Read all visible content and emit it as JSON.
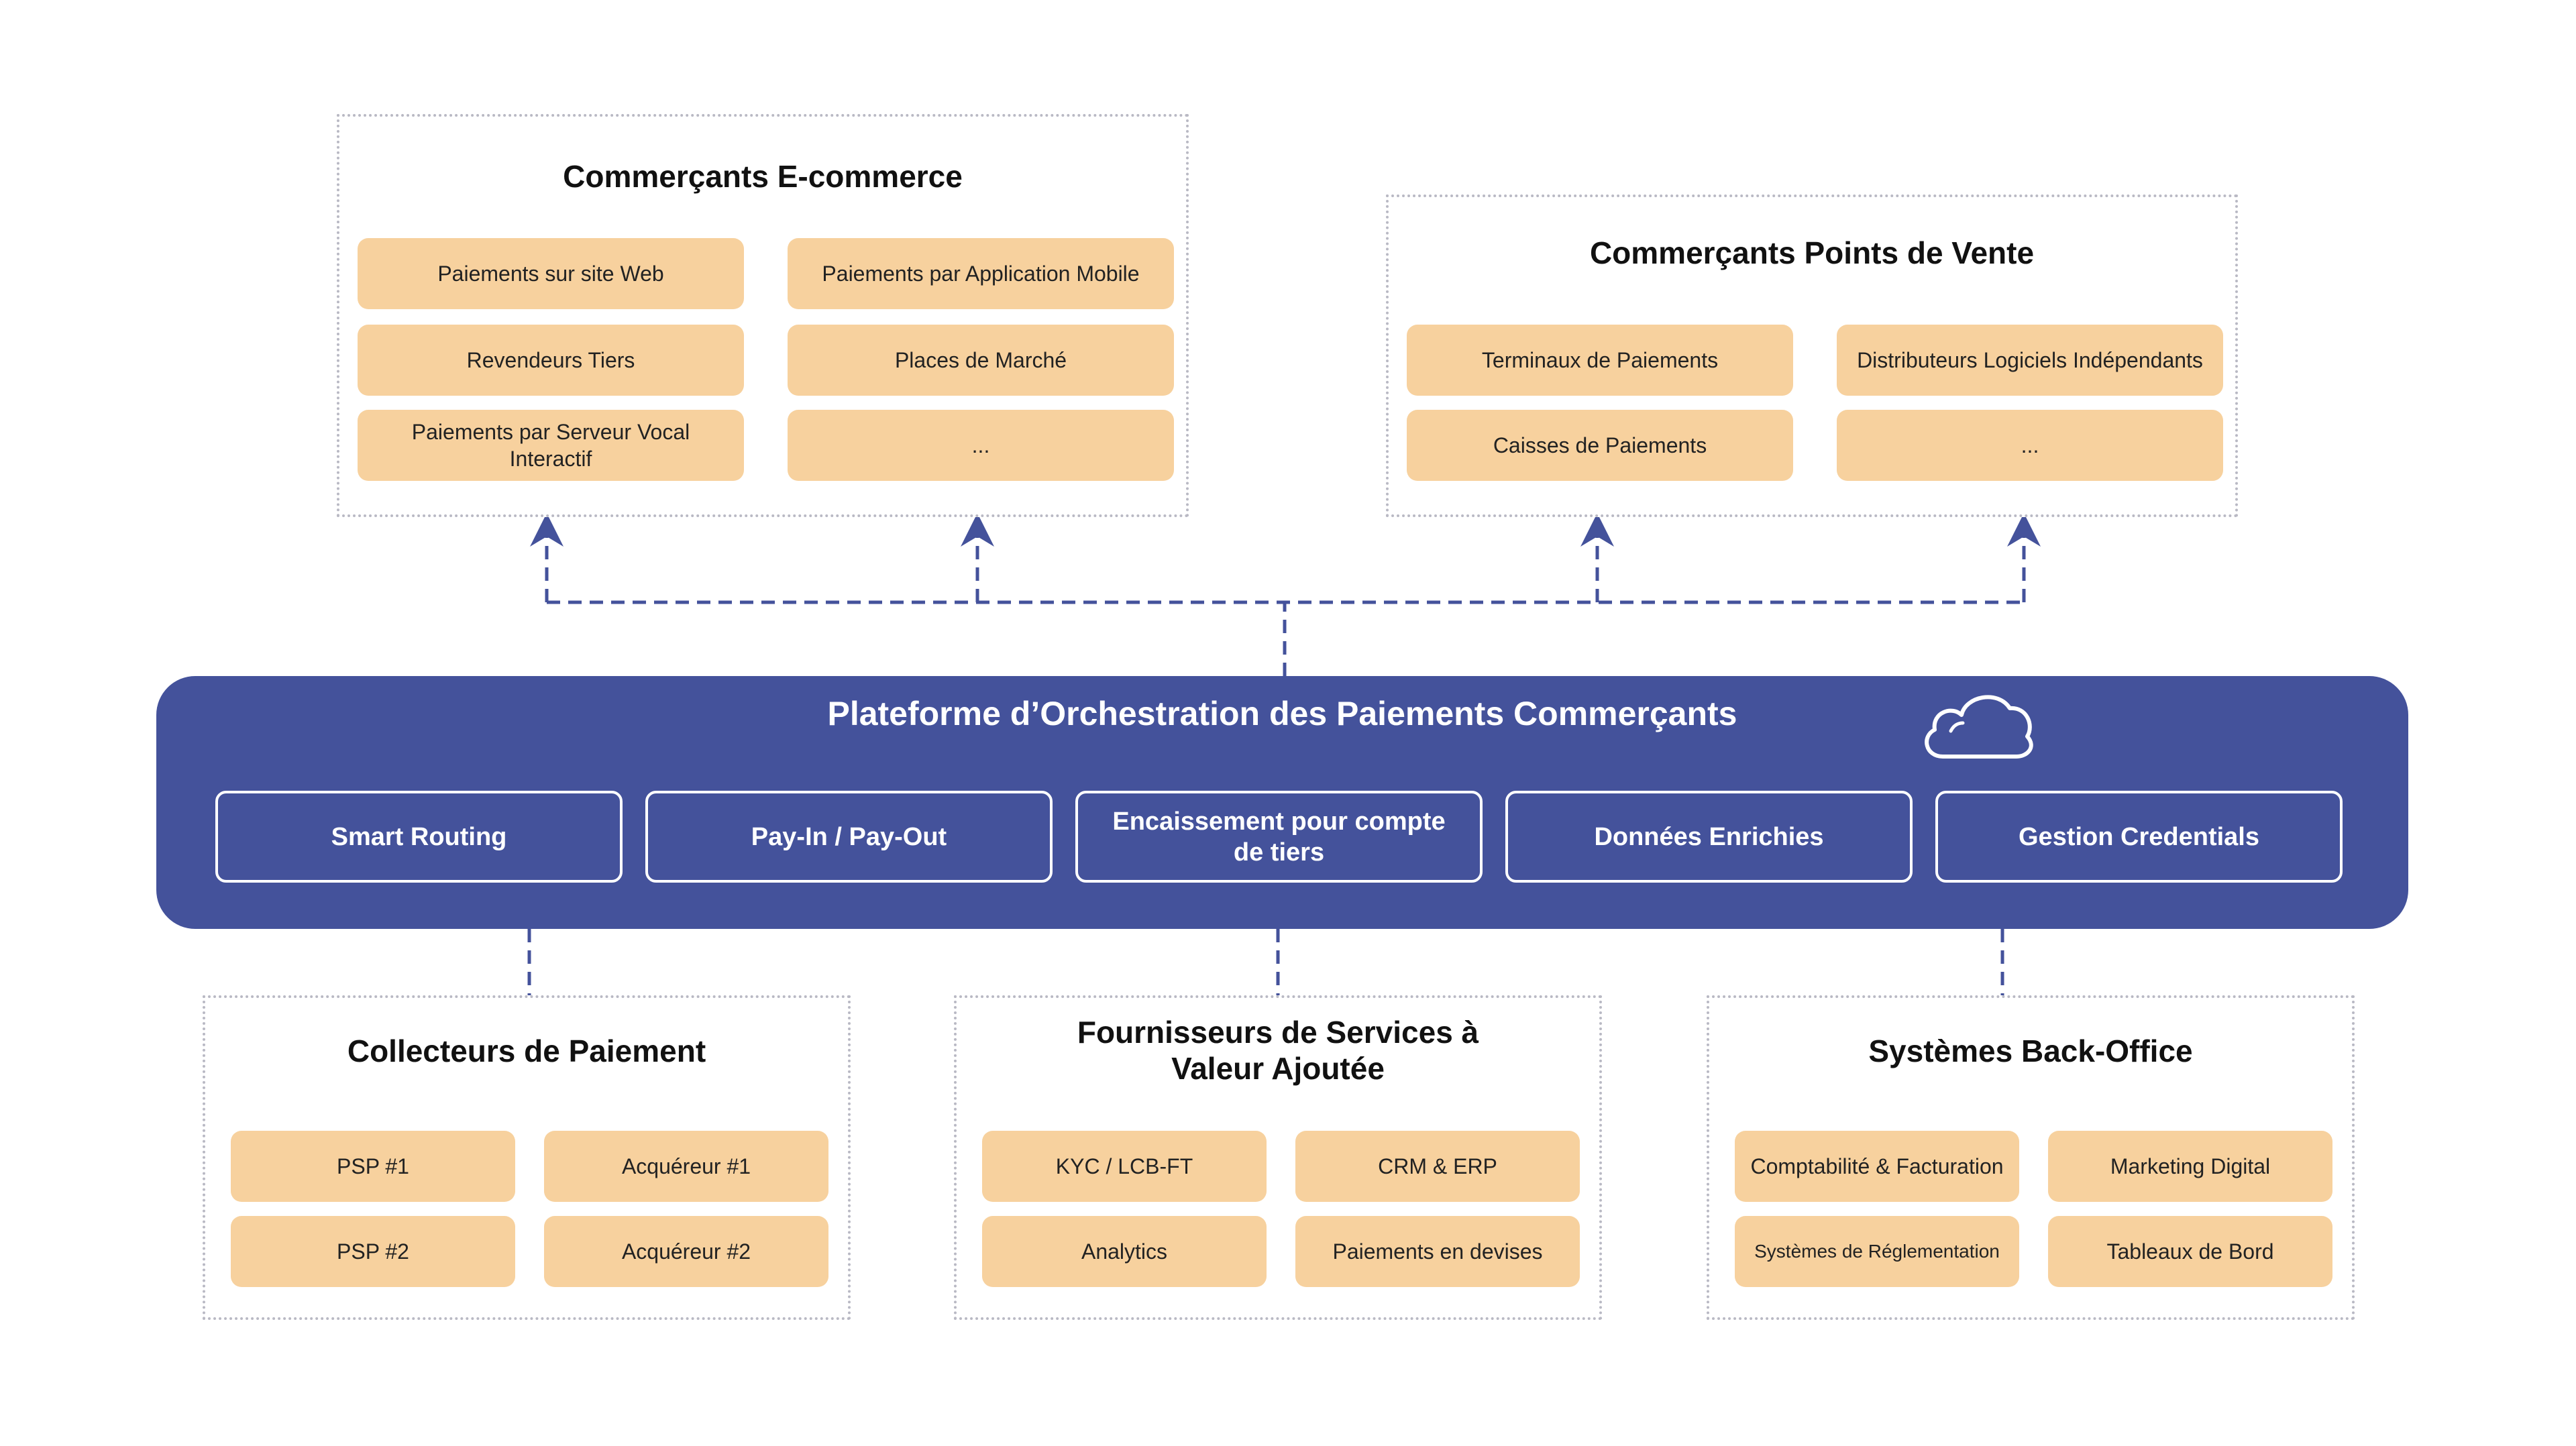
{
  "ecommerce": {
    "title": "Commerçants E-commerce",
    "items": [
      "Paiements sur site Web",
      "Paiements par Application Mobile",
      "Revendeurs Tiers",
      "Places de Marché",
      "Paiements par Serveur Vocal Interactif",
      "..."
    ]
  },
  "pos": {
    "title": "Commerçants Points de Vente",
    "items": [
      "Terminaux de Paiements",
      "Distributeurs Logiciels Indépendants",
      "Caisses de Paiements",
      "..."
    ]
  },
  "platform": {
    "title": "Plateforme d’Orchestration des Paiements Commerçants",
    "icon": "cloud-icon",
    "modules": [
      "Smart Routing",
      "Pay-In / Pay-Out",
      "Encaissement pour compte de tiers",
      "Données Enrichies",
      "Gestion Credentials"
    ]
  },
  "collectors": {
    "title": "Collecteurs de Paiement",
    "items": [
      "PSP #1",
      "Acquéreur #1",
      "PSP #2",
      "Acquéreur #2"
    ]
  },
  "vas": {
    "title": "Fournisseurs de Services à Valeur Ajoutée",
    "items": [
      "KYC / LCB-FT",
      "CRM & ERP",
      "Analytics",
      "Paiements en devises"
    ]
  },
  "backoffice": {
    "title": "Systèmes Back-Office",
    "items": [
      "Comptabilité & Facturation",
      "Marketing Digital",
      "Systèmes de Réglementation",
      "Tableaux de Bord"
    ]
  },
  "colors": {
    "platform": "#44529b",
    "chip": "#f7d19e",
    "connector": "#44529b",
    "group_border": "#b9b9c4"
  }
}
